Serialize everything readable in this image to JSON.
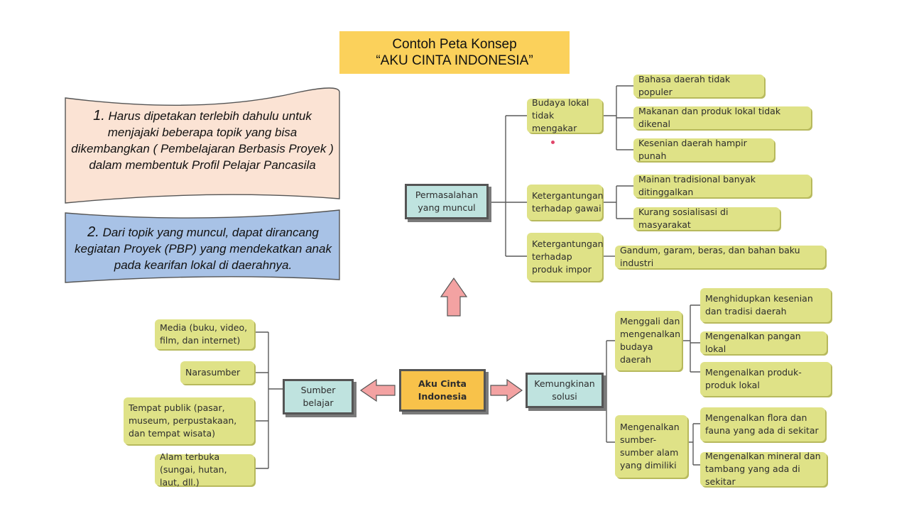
{
  "title": {
    "line1": "Contoh Peta Konsep",
    "line2": "“AKU CINTA INDONESIA”"
  },
  "notes": [
    {
      "number": "1.",
      "text": "Harus dipetakan terlebih dahulu untuk menjajaki beberapa topik yang bisa dikembangkan ( Pembelajaran Berbasis Proyek ) dalam membentuk Profil Pelajar Pancasila",
      "color": "#fbe3d4"
    },
    {
      "number": "2.",
      "text": "Dari topik yang muncul, dapat dirancang kegiatan Proyek (PBP) yang mendekatkan anak pada kearifan lokal di daerahnya.",
      "color": "#a8c2e6"
    }
  ],
  "hubs": {
    "center": "Aku Cinta Indonesia",
    "problems": "Permasalahan yang muncul",
    "sources": "Sumber belajar",
    "solutions": "Kemungkinan solusi"
  },
  "problems": [
    {
      "label": "Budaya lokal tidak mengakar",
      "items": [
        "Bahasa daerah tidak populer",
        "Makanan dan produk lokal tidak dikenal",
        "Kesenian daerah hampir punah"
      ]
    },
    {
      "label": "Ketergantungan terhadap gawai",
      "items": [
        "Mainan tradisional banyak ditinggalkan",
        "Kurang sosialisasi di masyarakat"
      ]
    },
    {
      "label": "Ketergantungan terhadap produk impor",
      "items": [
        "Gandum, garam, beras, dan bahan baku industri"
      ]
    }
  ],
  "sources": [
    "Media (buku, video, film, dan internet)",
    "Narasumber",
    "Tempat publik (pasar, museum, perpustakaan, dan tempat wisata)",
    "Alam terbuka (sungai, hutan, laut, dll.)"
  ],
  "solutions": [
    {
      "label": "Menggali dan mengenalkan budaya daerah",
      "items": [
        "Menghidupkan kesenian dan tradisi daerah",
        "Mengenalkan pangan lokal",
        "Mengenalkan produk-produk lokal"
      ]
    },
    {
      "label": "Mengenalkan sumber-sumber alam yang dimiliki",
      "items": [
        "Mengenalkan flora dan fauna yang ada di sekitar",
        "Mengenalkan mineral dan tambang yang ada di sekitar"
      ]
    }
  ],
  "colors": {
    "title": "#fbd15b",
    "node": "#dfe287",
    "hub": "#bfe3df",
    "center": "#f8c24a",
    "arrow": "#f3a2a2",
    "line": "#5a5a5a"
  }
}
